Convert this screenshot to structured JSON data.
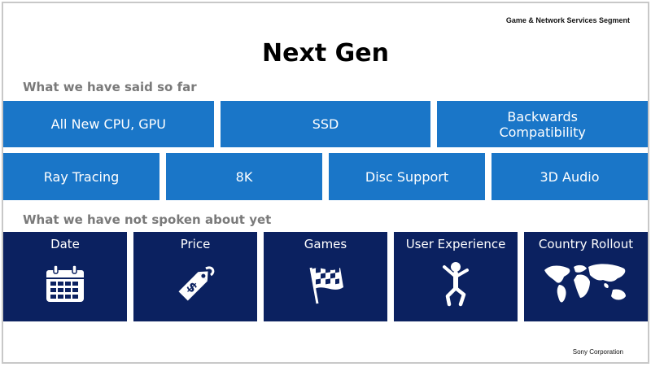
{
  "header": {
    "segment": "Game & Network Services Segment",
    "title": "Next Gen"
  },
  "said": {
    "label": "What we have said so far",
    "row1": [
      "All New CPU, GPU",
      "SSD",
      "Backwards\nCompatibility"
    ],
    "row2": [
      "Ray Tracing",
      "8K",
      "Disc Support",
      "3D Audio"
    ]
  },
  "not_spoken": {
    "label": "What we have not spoken about yet",
    "items": [
      {
        "label": "Date",
        "icon": "calendar-icon"
      },
      {
        "label": "Price",
        "icon": "price-tag-icon"
      },
      {
        "label": "Games",
        "icon": "checkered-flag-icon"
      },
      {
        "label": "User Experience",
        "icon": "person-jumping-icon"
      },
      {
        "label": "Country Rollout",
        "icon": "world-map-icon"
      }
    ]
  },
  "footer": {
    "company": "Sony Corporation"
  },
  "colors": {
    "blue": "#1a76c8",
    "navy": "#0b2160",
    "gray_label": "#7a7a7a"
  }
}
